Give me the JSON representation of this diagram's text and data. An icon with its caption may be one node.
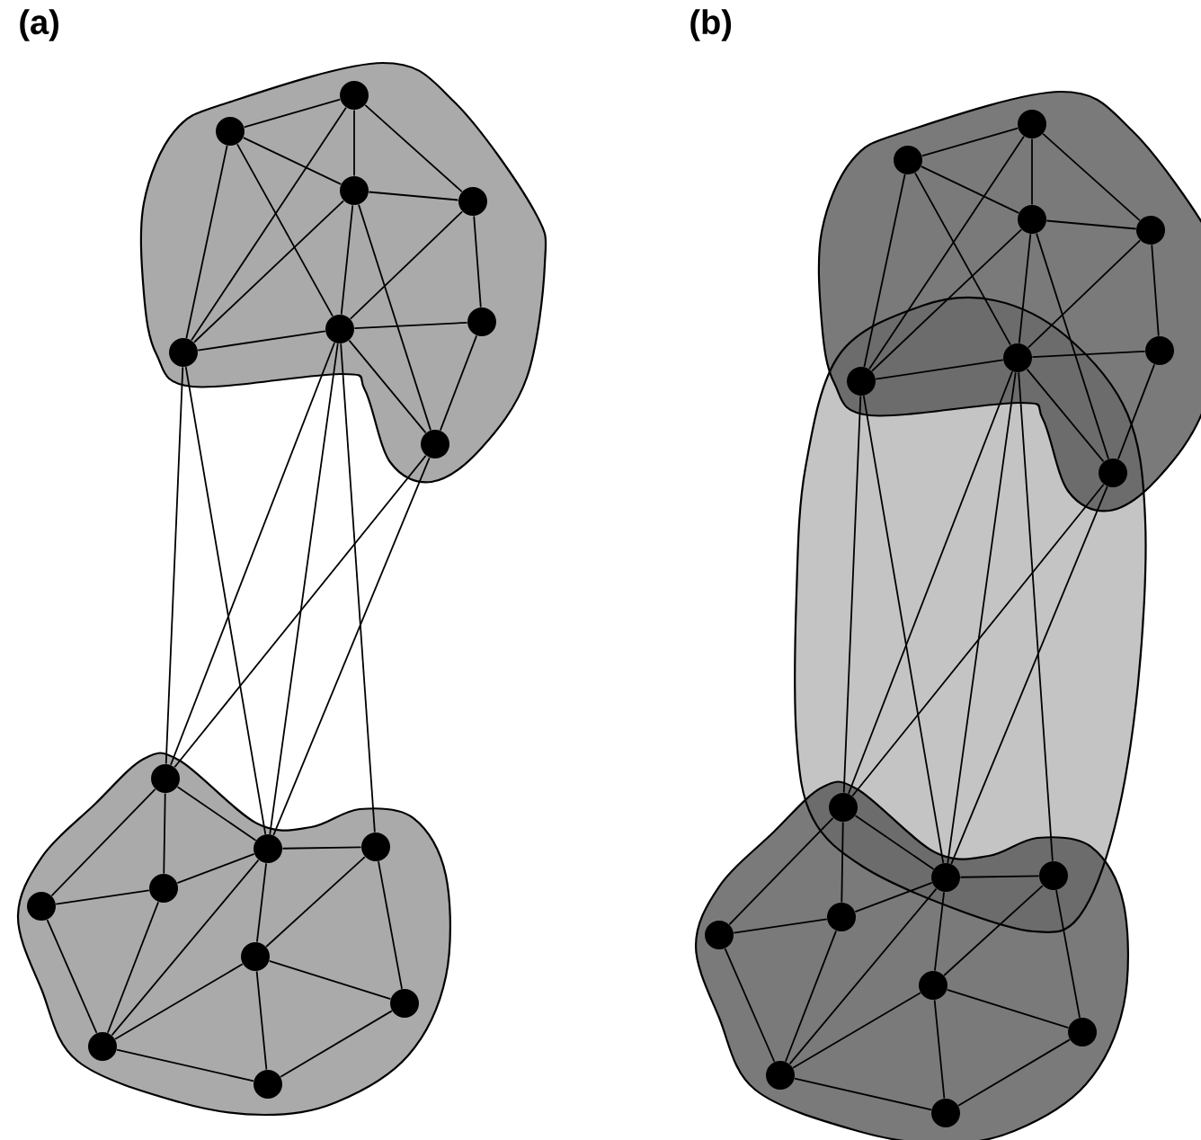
{
  "diagram": {
    "nodes": [
      {
        "text": [],
        "shape": "circle"
      },
      {
        "text": [],
        "shape": "circle"
      },
      {
        "text": [],
        "shape": "circle"
      },
      {
        "text": [],
        "shape": "circle"
      },
      {
        "text": [],
        "shape": "circle"
      },
      {
        "text": [],
        "shape": "circle"
      },
      {
        "text": [],
        "shape": "circle"
      },
      {
        "text": [],
        "shape": "circle"
      },
      {
        "text": [],
        "shape": "circle"
      },
      {
        "text": [],
        "shape": "circle"
      },
      {
        "text": [],
        "shape": "circle"
      },
      {
        "text": [],
        "shape": "circle"
      },
      {
        "text": [],
        "shape": "circle"
      },
      {
        "text": [],
        "shape": "circle"
      },
      {
        "text": [],
        "shape": "circle"
      },
      {
        "text": [],
        "shape": "circle"
      },
      {
        "text": [],
        "shape": "circle"
      },
      {
        "text": [],
        "shape": "circle"
      },
      {
        "text": [],
        "shape": "circle"
      },
      {
        "text": [],
        "shape": "circle"
      },
      {
        "text": [],
        "shape": "circle"
      },
      {
        "text": [],
        "shape": "circle"
      },
      {
        "text": [],
        "shape": "circle"
      },
      {
        "text": [],
        "shape": "circle"
      },
      {
        "text": [],
        "shape": "circle"
      },
      {
        "text": [],
        "shape": "circle"
      },
      {
        "text": [],
        "shape": "circle"
      },
      {
        "text": [],
        "shape": "circle"
      },
      {
        "text": [],
        "shape": "circle"
      },
      {
        "text": [],
        "shape": "circle"
      },
      {
        "text": [],
        "shape": "circle"
      },
      {
        "text": [],
        "shape": "circle"
      },
      {
        "text": [],
        "shape": "circle"
      },
      {
        "text": [],
        "shape": "circle"
      }
    ],
    "edges": [
      {
        "from": 0,
        "to": 1,
        "arrow": "none"
      },
      {
        "from": 0,
        "to": 2,
        "arrow": "none"
      },
      {
        "from": 0,
        "to": 4,
        "arrow": "none"
      },
      {
        "from": 0,
        "to": 5,
        "arrow": "none"
      },
      {
        "from": 1,
        "to": 2,
        "arrow": "none"
      },
      {
        "from": 1,
        "to": 3,
        "arrow": "none"
      },
      {
        "from": 1,
        "to": 4,
        "arrow": "none"
      },
      {
        "from": 2,
        "to": 3,
        "arrow": "none"
      },
      {
        "from": 2,
        "to": 4,
        "arrow": "none"
      },
      {
        "from": 2,
        "to": 5,
        "arrow": "none"
      },
      {
        "from": 2,
        "to": 7,
        "arrow": "none"
      },
      {
        "from": 3,
        "to": 5,
        "arrow": "none"
      },
      {
        "from": 3,
        "to": 6,
        "arrow": "none"
      },
      {
        "from": 5,
        "to": 4,
        "arrow": "none"
      },
      {
        "from": 5,
        "to": 6,
        "arrow": "none"
      },
      {
        "from": 5,
        "to": 7,
        "arrow": "none"
      },
      {
        "from": 6,
        "to": 7,
        "arrow": "none"
      },
      {
        "from": 8,
        "to": 9,
        "arrow": "none"
      },
      {
        "from": 8,
        "to": 11,
        "arrow": "none"
      },
      {
        "from": 8,
        "to": 12,
        "arrow": "none"
      },
      {
        "from": 11,
        "to": 9,
        "arrow": "none"
      },
      {
        "from": 11,
        "to": 12,
        "arrow": "none"
      },
      {
        "from": 11,
        "to": 15,
        "arrow": "none"
      },
      {
        "from": 12,
        "to": 15,
        "arrow": "none"
      },
      {
        "from": 9,
        "to": 15,
        "arrow": "none"
      },
      {
        "from": 9,
        "to": 13,
        "arrow": "none"
      },
      {
        "from": 9,
        "to": 10,
        "arrow": "none"
      },
      {
        "from": 10,
        "to": 13,
        "arrow": "none"
      },
      {
        "from": 10,
        "to": 14,
        "arrow": "none"
      },
      {
        "from": 13,
        "to": 15,
        "arrow": "none"
      },
      {
        "from": 13,
        "to": 14,
        "arrow": "none"
      },
      {
        "from": 13,
        "to": 16,
        "arrow": "none"
      },
      {
        "from": 15,
        "to": 16,
        "arrow": "none"
      },
      {
        "from": 14,
        "to": 16,
        "arrow": "none"
      },
      {
        "from": 4,
        "to": 8,
        "arrow": "none"
      },
      {
        "from": 4,
        "to": 9,
        "arrow": "none"
      },
      {
        "from": 5,
        "to": 8,
        "arrow": "none"
      },
      {
        "from": 5,
        "to": 9,
        "arrow": "none"
      },
      {
        "from": 5,
        "to": 10,
        "arrow": "none"
      },
      {
        "from": 7,
        "to": 8,
        "arrow": "none"
      },
      {
        "from": 7,
        "to": 9,
        "arrow": "none"
      },
      {
        "from": 17,
        "to": 18,
        "arrow": "none"
      },
      {
        "from": 17,
        "to": 19,
        "arrow": "none"
      },
      {
        "from": 17,
        "to": 21,
        "arrow": "none"
      },
      {
        "from": 17,
        "to": 22,
        "arrow": "none"
      },
      {
        "from": 18,
        "to": 19,
        "arrow": "none"
      },
      {
        "from": 18,
        "to": 20,
        "arrow": "none"
      },
      {
        "from": 18,
        "to": 21,
        "arrow": "none"
      },
      {
        "from": 19,
        "to": 20,
        "arrow": "none"
      },
      {
        "from": 19,
        "to": 21,
        "arrow": "none"
      },
      {
        "from": 19,
        "to": 22,
        "arrow": "none"
      },
      {
        "from": 19,
        "to": 24,
        "arrow": "none"
      },
      {
        "from": 20,
        "to": 22,
        "arrow": "none"
      },
      {
        "from": 20,
        "to": 23,
        "arrow": "none"
      },
      {
        "from": 22,
        "to": 21,
        "arrow": "none"
      },
      {
        "from": 22,
        "to": 23,
        "arrow": "none"
      },
      {
        "from": 22,
        "to": 24,
        "arrow": "none"
      },
      {
        "from": 23,
        "to": 24,
        "arrow": "none"
      },
      {
        "from": 25,
        "to": 26,
        "arrow": "none"
      },
      {
        "from": 25,
        "to": 28,
        "arrow": "none"
      },
      {
        "from": 25,
        "to": 29,
        "arrow": "none"
      },
      {
        "from": 28,
        "to": 26,
        "arrow": "none"
      },
      {
        "from": 28,
        "to": 29,
        "arrow": "none"
      },
      {
        "from": 28,
        "to": 32,
        "arrow": "none"
      },
      {
        "from": 29,
        "to": 32,
        "arrow": "none"
      },
      {
        "from": 26,
        "to": 32,
        "arrow": "none"
      },
      {
        "from": 26,
        "to": 30,
        "arrow": "none"
      },
      {
        "from": 26,
        "to": 27,
        "arrow": "none"
      },
      {
        "from": 27,
        "to": 30,
        "arrow": "none"
      },
      {
        "from": 27,
        "to": 31,
        "arrow": "none"
      },
      {
        "from": 30,
        "to": 32,
        "arrow": "none"
      },
      {
        "from": 30,
        "to": 31,
        "arrow": "none"
      },
      {
        "from": 30,
        "to": 33,
        "arrow": "none"
      },
      {
        "from": 32,
        "to": 33,
        "arrow": "none"
      },
      {
        "from": 31,
        "to": 33,
        "arrow": "none"
      },
      {
        "from": 21,
        "to": 25,
        "arrow": "none"
      },
      {
        "from": 21,
        "to": 26,
        "arrow": "none"
      },
      {
        "from": 22,
        "to": 25,
        "arrow": "none"
      },
      {
        "from": 22,
        "to": 26,
        "arrow": "none"
      },
      {
        "from": 22,
        "to": 27,
        "arrow": "none"
      },
      {
        "from": 24,
        "to": 25,
        "arrow": "none"
      },
      {
        "from": 24,
        "to": 26,
        "arrow": "none"
      }
    ],
    "labels": [
      "(a)",
      "(b)"
    ]
  }
}
